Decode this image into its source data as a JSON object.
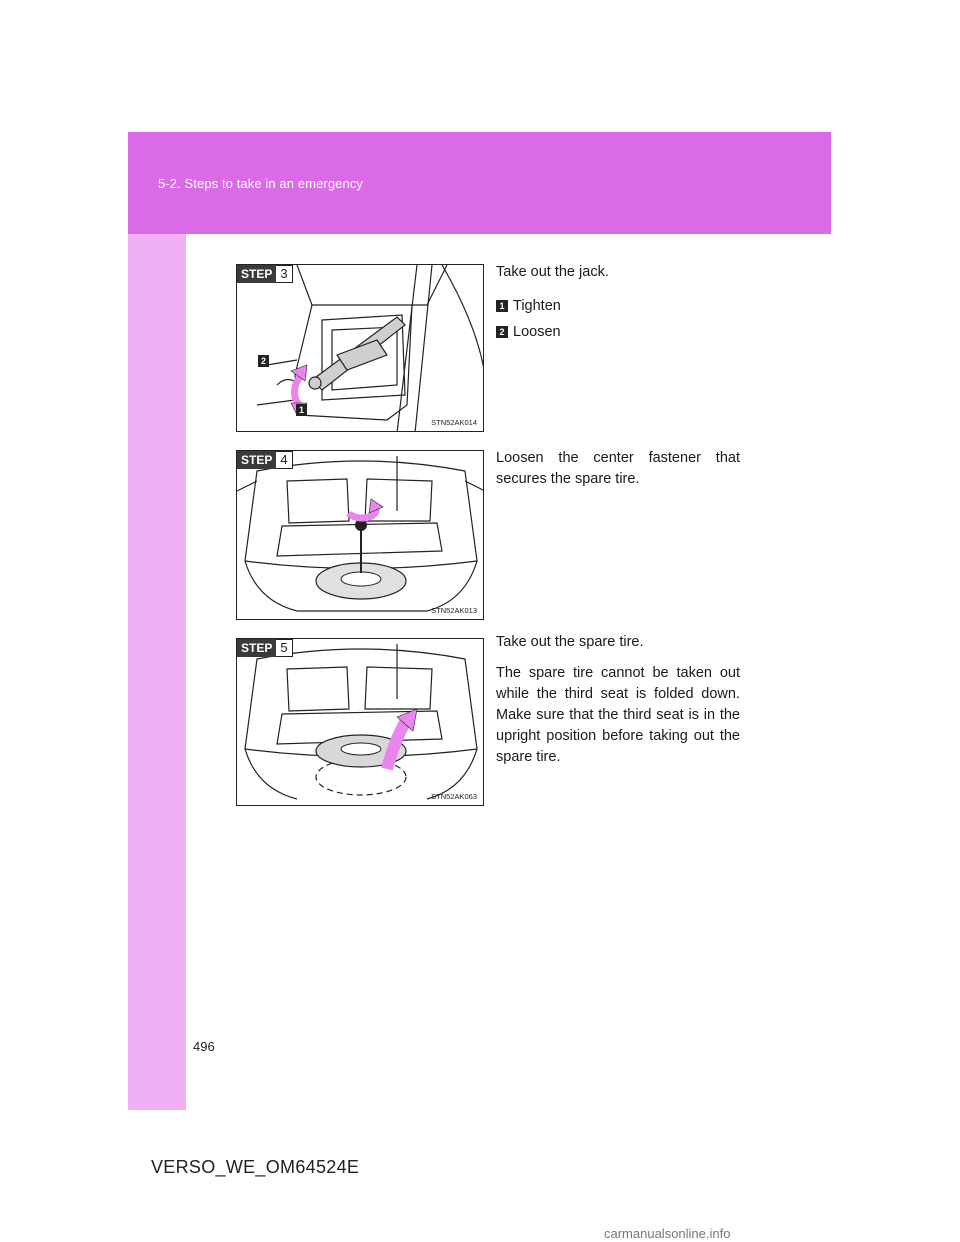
{
  "header": {
    "section": "5-2. Steps to take in an emergency"
  },
  "steps": [
    {
      "step_word": "STEP",
      "step_number": "3",
      "figure_code": "STN52AK014",
      "callouts": [
        "2",
        "1"
      ],
      "instruction": "Take out the jack.",
      "legend": [
        {
          "marker": "1",
          "label": "Tighten"
        },
        {
          "marker": "2",
          "label": "Loosen"
        }
      ]
    },
    {
      "step_word": "STEP",
      "step_number": "4",
      "figure_code": "STN52AK013",
      "instruction": "Loosen the center fastener that secures the spare tire."
    },
    {
      "step_word": "STEP",
      "step_number": "5",
      "figure_code": "STN52AK063",
      "instruction": "Take out the spare tire.",
      "note": "The spare tire cannot be taken out while the third seat is folded down. Make sure that the third seat is in the upright position before taking out the spare tire."
    }
  ],
  "page_number": "496",
  "footer_code": "VERSO_WE_OM64524E",
  "watermark": "carmanualsonline.info",
  "colors": {
    "header_bg": "#db6ae6",
    "sidebar_bg": "#f1b0f4",
    "arrow_pink": "#e986ee"
  }
}
